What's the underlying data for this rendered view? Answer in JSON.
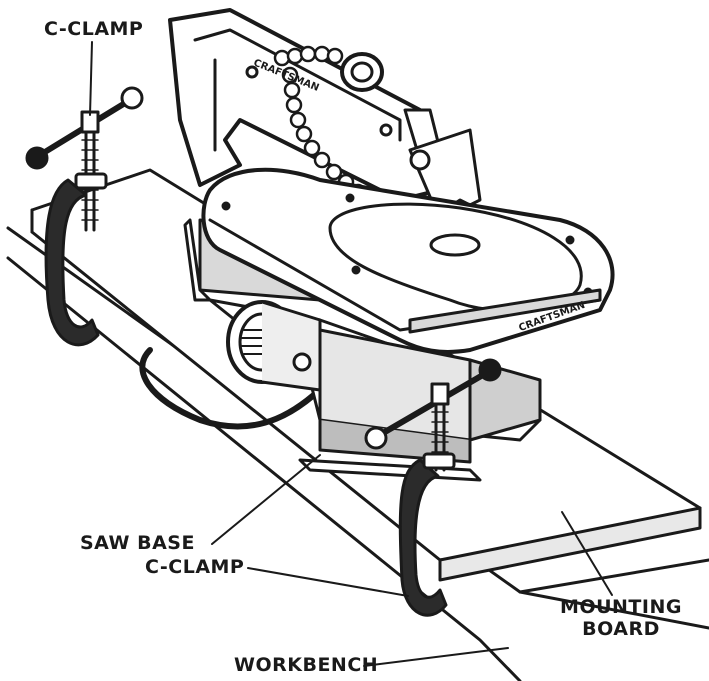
{
  "labels": {
    "c_clamp_top": "C-CLAMP",
    "saw_base": "SAW BASE",
    "c_clamp_bottom": "C-CLAMP",
    "workbench": "WORKBENCH",
    "mounting_line1": "MOUNTING",
    "mounting_line2": "BOARD"
  },
  "brand": {
    "arm": "CRAFTSMAN",
    "table": "CRAFTSMAN"
  },
  "colors": {
    "ink": "#1a1a1a",
    "fill_light": "#ffffff",
    "fill_mid": "#d9d9d9",
    "fill_dark": "#2b2b2b"
  }
}
